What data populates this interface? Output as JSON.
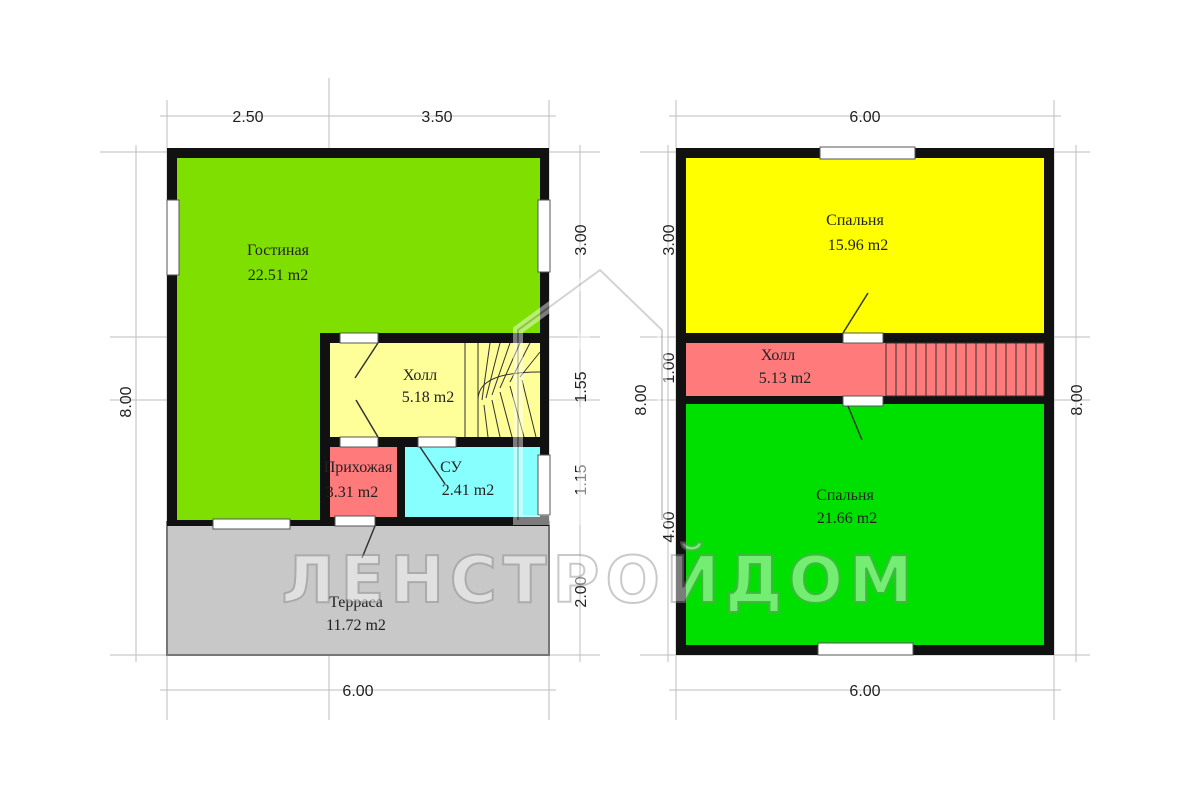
{
  "colors": {
    "wall": "#111111",
    "living": "#7fe000",
    "hall": "#ffff99",
    "entry": "#ff7b7b",
    "bath": "#88ffff",
    "terrace": "#c8c8c8",
    "bedroom_top": "#ffff00",
    "hall2": "#ff7b7b",
    "bedroom_bottom": "#00e000",
    "watermark": "#9a9a9a"
  },
  "floor1": {
    "dims": {
      "top_left": "2.50",
      "top_right": "3.50",
      "left": "8.00",
      "bottom": "6.00",
      "right_top": "3.00",
      "right_mid": "1.55",
      "right_low": "1.15",
      "right_bottom": "2.00"
    },
    "rooms": {
      "living": {
        "name": "Гостиная",
        "area": "22.51 m2"
      },
      "hall": {
        "name": "Холл",
        "area": "5.18 m2"
      },
      "entry": {
        "name": "Прихожая",
        "area": "3.31 m2"
      },
      "bath": {
        "name": "СУ",
        "area": "2.41 m2"
      },
      "terrace": {
        "name": "Терраса",
        "area": "11.72 m2"
      }
    }
  },
  "floor2": {
    "dims": {
      "top": "6.00",
      "bottom": "6.00",
      "right": "8.00",
      "left_top": "3.00",
      "left_mid": "1.00",
      "left_bottom": "4.00",
      "center": "8.00"
    },
    "rooms": {
      "bedroom_top": {
        "name": "Спальня",
        "area": "15.96 m2"
      },
      "hall": {
        "name": "Холл",
        "area": "5.13 m2"
      },
      "bedroom_bottom": {
        "name": "Спальня",
        "area": "21.66 m2"
      }
    }
  },
  "watermark": {
    "text": "ЛЕНСТРОЙДОМ"
  }
}
